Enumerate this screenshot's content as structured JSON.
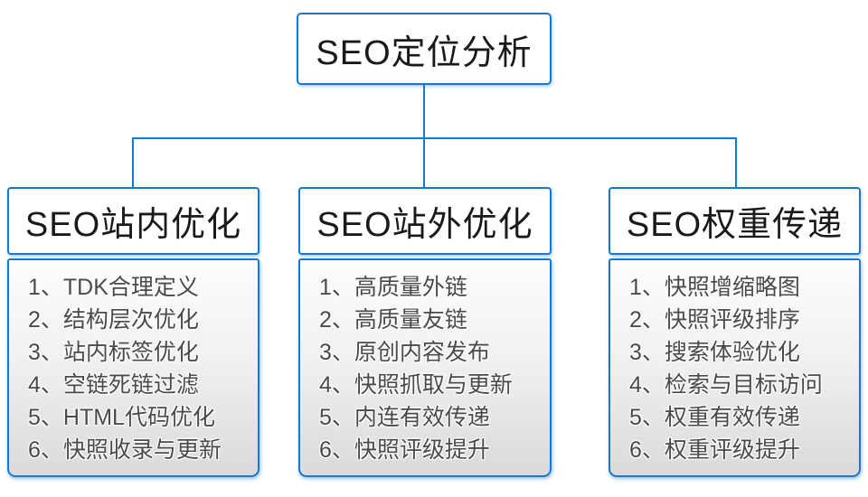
{
  "diagram": {
    "colors": {
      "accent": "#1778d2",
      "heading_text": "#1a1a1a",
      "item_text": "#4a4a4a"
    },
    "root": {
      "title": "SEO定位分析"
    },
    "columns": [
      {
        "title": "SEO站内优化",
        "items": [
          "1、TDK合理定义",
          "2、结构层次优化",
          "3、站内标签优化",
          "4、空链死链过滤",
          "5、HTML代码优化",
          "6、快照收录与更新"
        ]
      },
      {
        "title": "SEO站外优化",
        "items": [
          "1、高质量外链",
          "2、高质量友链",
          "3、原创内容发布",
          "4、快照抓取与更新",
          "5、内连有效传递",
          "6、快照评级提升"
        ]
      },
      {
        "title": "SEO权重传递",
        "items": [
          "1、快照增缩略图",
          "2、快照评级排序",
          "3、搜索体验优化",
          "4、检索与目标访问",
          "5、权重有效传递",
          "6、权重评级提升"
        ]
      }
    ]
  }
}
